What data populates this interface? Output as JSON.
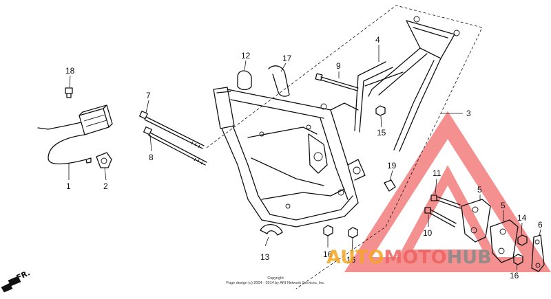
{
  "diagram": {
    "callouts": [
      {
        "id": "c1",
        "text": "1"
      },
      {
        "id": "c2",
        "text": "2"
      },
      {
        "id": "c3",
        "text": "3"
      },
      {
        "id": "c4",
        "text": "4"
      },
      {
        "id": "c5a",
        "text": "5"
      },
      {
        "id": "c5b",
        "text": "5"
      },
      {
        "id": "c6",
        "text": "6"
      },
      {
        "id": "c7",
        "text": "7"
      },
      {
        "id": "c8",
        "text": "8"
      },
      {
        "id": "c9",
        "text": "9"
      },
      {
        "id": "c10",
        "text": "10"
      },
      {
        "id": "c11",
        "text": "11"
      },
      {
        "id": "c12",
        "text": "12"
      },
      {
        "id": "c13",
        "text": "13"
      },
      {
        "id": "c14",
        "text": "14"
      },
      {
        "id": "c15",
        "text": "15"
      },
      {
        "id": "c16a",
        "text": "16"
      },
      {
        "id": "c16b",
        "text": "16"
      },
      {
        "id": "c16c",
        "text": "16"
      },
      {
        "id": "c17",
        "text": "17"
      },
      {
        "id": "c18",
        "text": "18"
      },
      {
        "id": "c19",
        "text": "19"
      }
    ],
    "direction_label": "FR.",
    "copyright_line1": "Copyright",
    "copyright_line2": "Page design (c) 2004 - 2014 by ARI Network Services, Inc.",
    "watermark": {
      "part1": "AUTO",
      "part2": "MOTO",
      "part3": "HUB",
      "colors": {
        "orange": "#f5a623",
        "red": "#f06060",
        "gray": "#8a8a8a",
        "triangle": "#f26b6b"
      }
    }
  }
}
